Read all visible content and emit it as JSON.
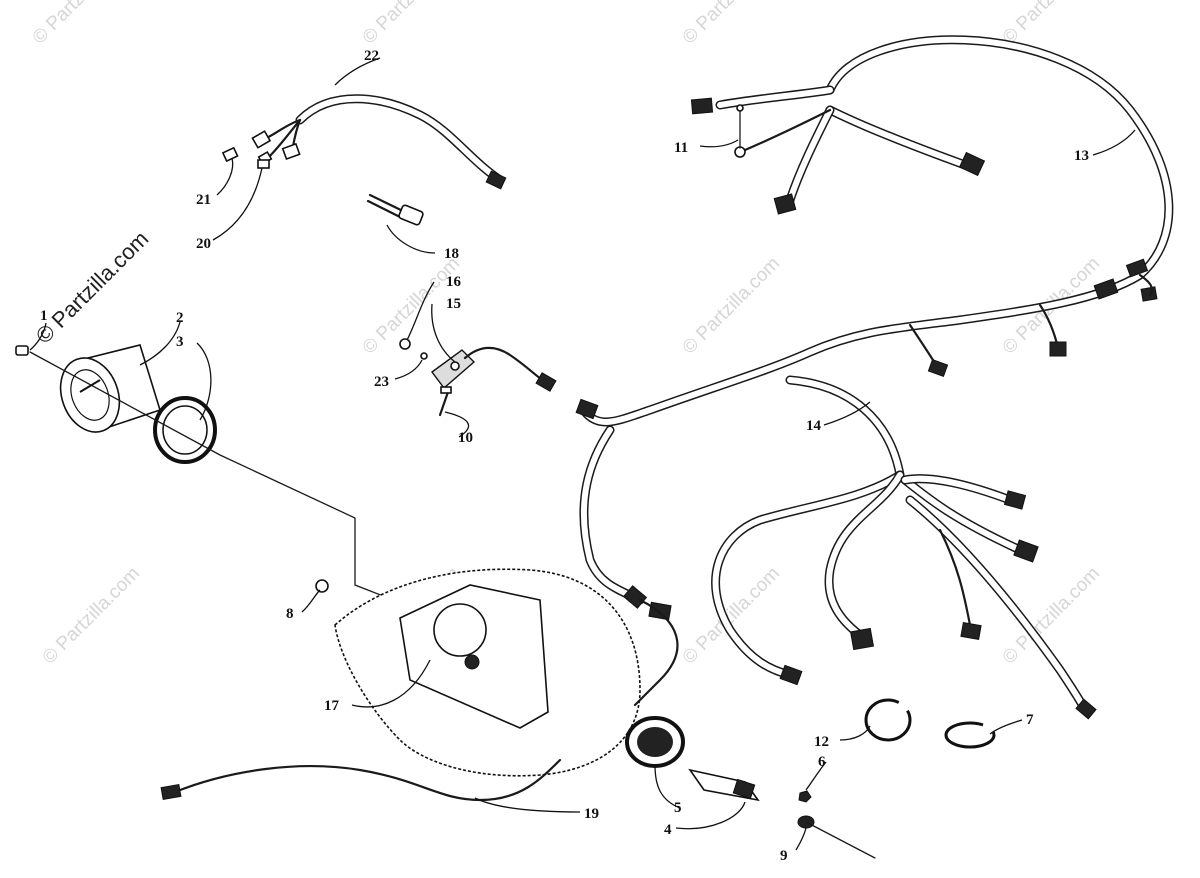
{
  "watermarks": {
    "main": "© Partzilla.com",
    "small": "© Partzilla.com"
  },
  "callouts": {
    "c1": "1",
    "c2": "2",
    "c3": "3",
    "c4": "4",
    "c5": "5",
    "c6": "6",
    "c7": "7",
    "c8": "8",
    "c9": "9",
    "c10": "10",
    "c11": "11",
    "c12": "12",
    "c13": "13",
    "c14": "14",
    "c15": "15",
    "c16": "16",
    "c17": "17",
    "c18": "18",
    "c19": "19",
    "c20": "20",
    "c21": "21",
    "c22": "22",
    "c23": "23"
  },
  "colors": {
    "ink": "#111111",
    "watermark": "#d6d6d6",
    "paper": "#ffffff"
  }
}
